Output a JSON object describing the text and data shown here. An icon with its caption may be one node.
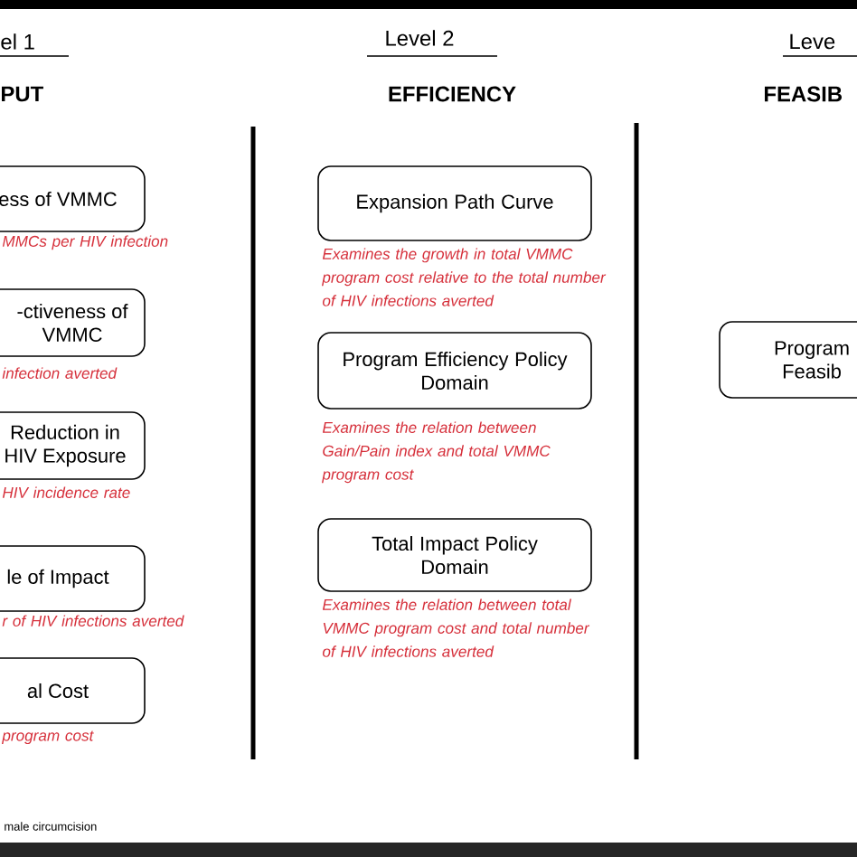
{
  "diagram": {
    "nodes": [
      {
        "text": [
          "ess of VMMC"
        ],
        "beside": [
          "MMCs per HIV infection"
        ]
      },
      {
        "text": [
          "-ctiveness of VMMC"
        ],
        "beside": [
          "infection averted"
        ]
      },
      {
        "text": [
          "Reduction in HIV Exposure"
        ],
        "beside": [
          "HIV incidence rate"
        ]
      },
      {
        "text": [
          "le of Impact"
        ],
        "beside": [
          "r of HIV infections averted"
        ]
      },
      {
        "text": [
          "al Cost"
        ],
        "beside": [
          "program cost"
        ]
      },
      {
        "text": [
          "Expansion Path Curve"
        ],
        "beside": [
          "Examines the growth in total VMMC program cost relative to the total number of HIV infections averted"
        ]
      },
      {
        "text": [
          "Program Efficiency Policy Domain"
        ],
        "beside": [
          "Examines the relation between Gain/Pain index and total VMMC program cost"
        ]
      },
      {
        "text": [
          "Total Impact Policy Domain"
        ],
        "beside": [
          "Examines the relation between total VMMC program cost and total number of HIV infections averted"
        ]
      },
      {
        "text": [
          "Program Feasib"
        ]
      }
    ],
    "labels": [
      "el 1",
      "Level 2",
      "Leve",
      "PUT",
      "EFFICIENCY",
      "FEASIB",
      "male circumcision"
    ]
  }
}
